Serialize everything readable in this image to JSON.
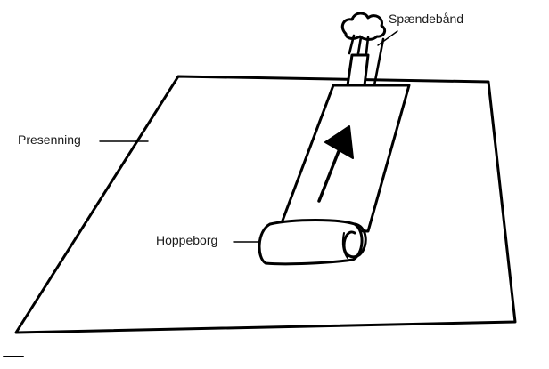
{
  "labels": {
    "tarp": "Presenning",
    "bouncy_castle": "Hoppeborg",
    "straps": "Spændebånd"
  },
  "colors": {
    "line": "#000000",
    "background": "#ffffff"
  },
  "icons": {
    "direction_arrow": "arrow-up-icon"
  }
}
